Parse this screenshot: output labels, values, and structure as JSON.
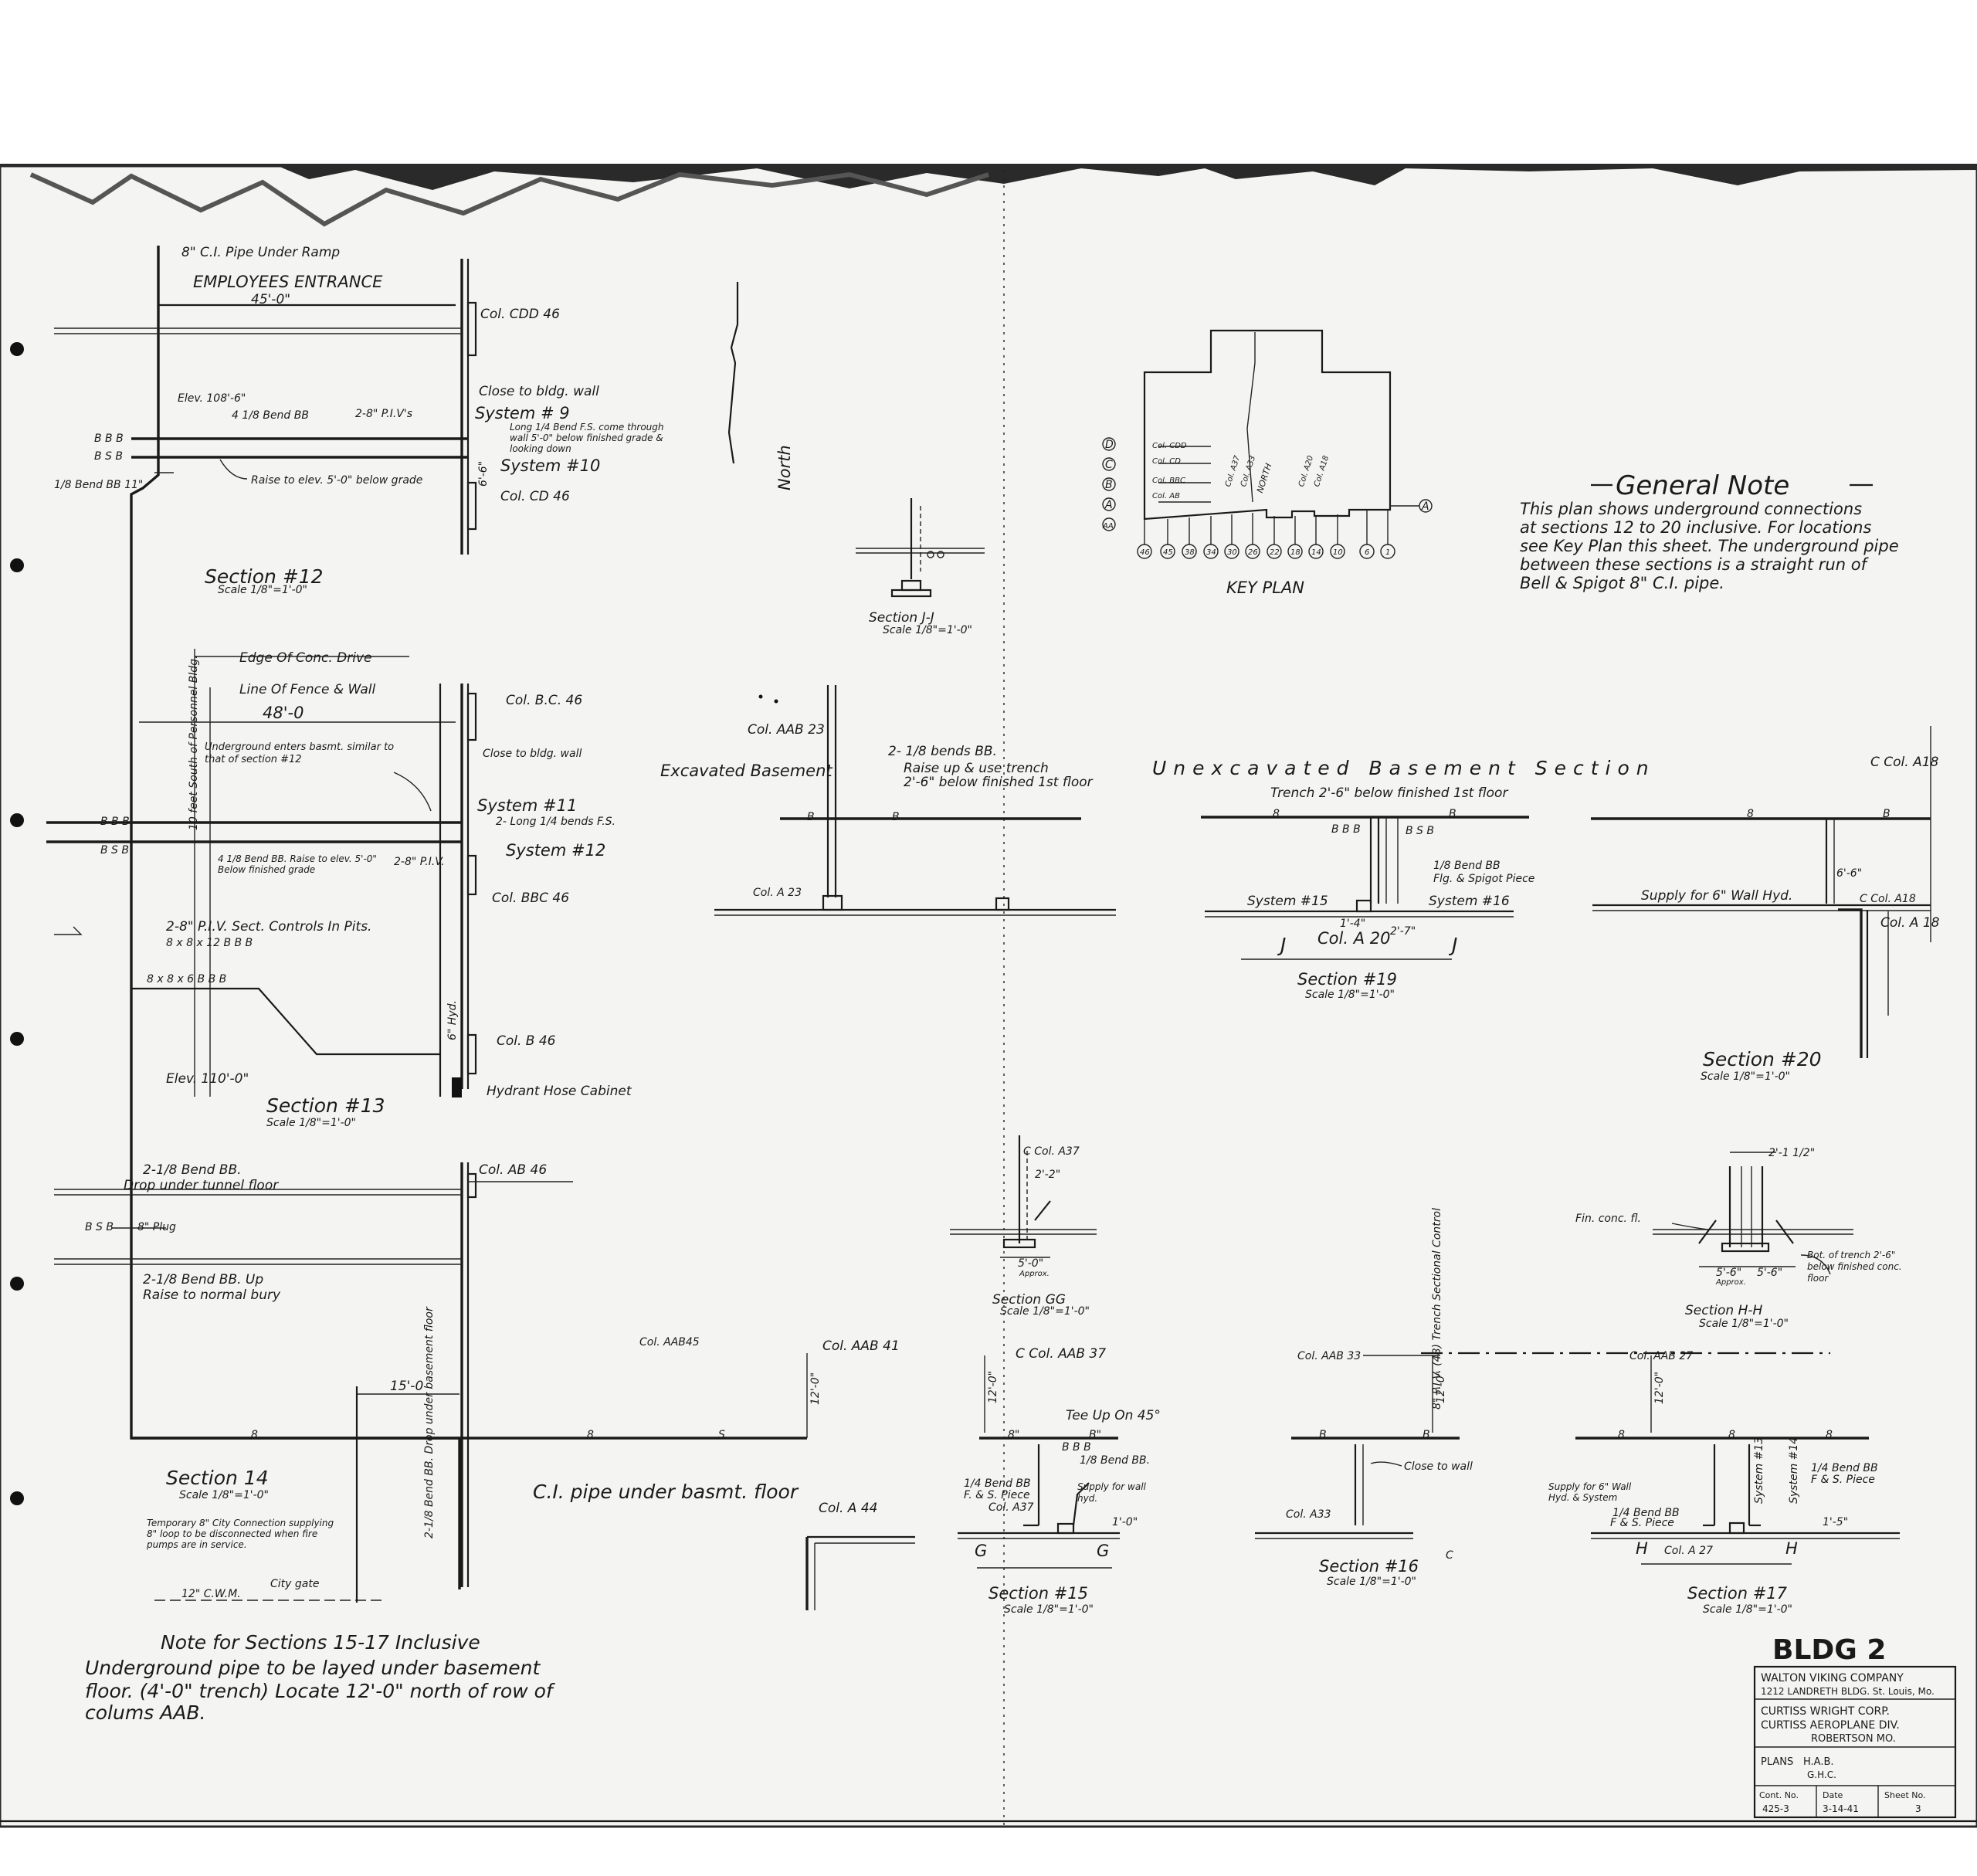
{
  "colors": {
    "ink": "#1a1a1a",
    "paper": "#f4f4f2",
    "border": "#2a2a2a"
  },
  "sec12": {
    "pipe_ramp": "8\" C.I. Pipe Under Ramp",
    "entrance": "EMPLOYEES ENTRANCE",
    "dim_entrance": "45'-0\"",
    "col_cdd46": "Col. CDD 46",
    "elev": "Elev. 108'-6\"",
    "bend": "4 1/8 Bend BB",
    "piv": "2-8\" P.I.V's",
    "close_wall": "Close to bldg. wall",
    "system9": "System # 9",
    "long_note": "Long 1/4 Bend F.S. come through wall 5'-0\" below finished grade & looking down",
    "bbb": "B B B",
    "bsb": "B S B",
    "raise": "Raise to elev. 5'-0\" below grade",
    "system10": "System #10",
    "col_cd46": "Col. CD 46",
    "bend_left": "1/8 Bend BB 11\"",
    "dim_66": "6'-6\"",
    "title": "Section #12",
    "scale": "Scale 1/8\"=1'-0\""
  },
  "sec13": {
    "edge": "Edge Of Conc. Drive",
    "fence": "Line Of Fence & Wall",
    "dim48": "48'-0",
    "col_bc46": "Col. B.C. 46",
    "underground": "Underground enters basmt. similar to that of section #12",
    "close_wall": "Close to bldg. wall",
    "system11": "System #11",
    "long_bends": "2- Long 1/4 bends F.S.",
    "bbb": "B B B",
    "bsb": "B S B",
    "bend_raise": "4 1/8 Bend BB. Raise to elev. 5'-0\" Below finished grade",
    "piv": "2-8\" P.I.V.",
    "system12": "System #12",
    "col_bbc46": "Col. BBC 46",
    "piv_sect": "2-8\" P.I.V. Sect. Controls In Pits.",
    "tee1": "8 x 8 x 12 B B B",
    "tee2": "8 x 8 x 6 B B B",
    "col_b46": "Col. B 46",
    "hyd": "6\" Hyd.",
    "elev": "Elev. 110'-0\"",
    "hydrant": "Hydrant Hose Cabinet",
    "side_note": "10 feet South of Personnel Bldg.",
    "title": "Section #13",
    "scale": "Scale 1/8\"=1'-0\""
  },
  "sec14": {
    "bend": "2-1/8 Bend BB.",
    "drop": "Drop under tunnel floor",
    "col_ab46": "Col. AB 46",
    "bsb": "B S B",
    "plug": "8\" Plug",
    "bend_up": "2-1/8 Bend BB. Up",
    "raise": "Raise to normal bury",
    "dim15": "15'-0",
    "title": "Section 14",
    "scale": "Scale 1/8\"=1'-0\"",
    "temp": "Temporary 8\" City Connection supplying 8\" loop to be disconnected when fire pumps are in service.",
    "city_gate": "City gate",
    "city_main": "12\" C.W.M.",
    "drop_floor": "2-1/8 Bend BB. Drop under basement floor",
    "ci_pipe": "C.I. pipe under basmt. floor"
  },
  "north": "North",
  "key_plan": {
    "title": "KEY PLAN",
    "rows": [
      "D",
      "C",
      "B",
      "A",
      "AA"
    ],
    "row_labels": [
      "Col. CDD",
      "Col. CD",
      "Col. BBC",
      "Col. AB"
    ],
    "mid_labels": [
      "Col. A37",
      "Col. A33",
      "NORTH",
      "Col. A20",
      "Col. A18"
    ],
    "cols": [
      "46",
      "45",
      "38",
      "34",
      "30",
      "26",
      "22",
      "18",
      "14",
      "10",
      "6",
      "1"
    ],
    "a_right": "A"
  },
  "general_note": {
    "title": "General Note",
    "text": [
      "This plan shows underground connections",
      "at sections 12 to 20 inclusive. For locations",
      "see Key Plan this sheet. The underground pipe",
      "between these sections is a straight run of",
      "Bell & Spigot 8\" C.I. pipe."
    ]
  },
  "secJJ": {
    "title": "Section J-J",
    "scale": "Scale 1/8\"=1'-0\""
  },
  "exc": {
    "title": "Excavated Basement",
    "col_aab23": "Col. AAB 23",
    "bends": "2- 1/8 bends BB.",
    "raise": "Raise up & use trench",
    "below": "2'-6\" below finished 1st floor",
    "col_a23": "Col. A 23"
  },
  "unexc": {
    "title": "Unexcavated Basement Section",
    "trench": "Trench 2'-6\" below finished 1st floor",
    "bbb": "B B B",
    "bsb": "B S B",
    "bend": "1/8 Bend BB",
    "flg": "Flg. & Spigot Piece",
    "system15": "System #15",
    "system16": "System #16",
    "col_a20": "Col. A 20",
    "jl": "J",
    "jr": "J",
    "dim27": "2'-7\"",
    "dim14": "1'-4\"",
    "title19": "Section #19",
    "scale19": "Scale 1/8\"=1'-0\""
  },
  "sec20": {
    "col_a18_top": "C Col. A18",
    "dim66": "6'-6\"",
    "supply": "Supply for 6\" Wall Hyd.",
    "col_a18_mid": "C Col. A18",
    "col_a18": "Col. A 18",
    "title": "Section #20",
    "scale": "Scale 1/8\"=1'-0\""
  },
  "secGG": {
    "col_a37": "C Col. A37",
    "dim22": "2'-2\"",
    "dim50": "5'-0\"",
    "approx": "Approx.",
    "title": "Section GG",
    "scale": "Scale 1/8\"=1'-0\""
  },
  "secHH": {
    "dim212": "2'-1 1/2\"",
    "fin": "Fin. conc. fl.",
    "dim56a": "5'-6\"",
    "dim56b": "5'-6\"",
    "approx": "Approx.",
    "bot": "Bot. of trench 2'-6\" below finished conc. floor",
    "title": "Section H-H",
    "scale": "Scale 1/8\"=1'-0\""
  },
  "bottom": {
    "col_aab45": "Col. AAB45",
    "col_aab41": "Col. AAB 41",
    "col_aab37": "C Col. AAB 37",
    "dim120a": "12'-0\"",
    "dim120b": "12'-0\"",
    "dim120c": "12'-0\"",
    "dim120d": "12'-0\"",
    "tee": "Tee Up On 45°",
    "bbb": "B B B",
    "bend18": "1/8 Bend BB.",
    "bend14": "1/4 Bend BB",
    "fs": "F. & S. Piece",
    "col_a37": "Col. A37",
    "supply_hyd": "Supply for wall hyd.",
    "dim10": "1'-0\"",
    "col_a44": "Col. A 44",
    "g1": "G",
    "g2": "G",
    "title15": "Section #15",
    "scale15": "Scale 1/8\"=1'-0\"",
    "col_aab33": "Col. AAB 33",
    "piv": "8\" P.I.V. (48) Trench Sectional Control",
    "close": "Close to wall",
    "col_a33": "Col. A33",
    "title16": "Section #16",
    "scale16": "Scale 1/8\"=1'-0\"",
    "col_aab27": "Col. AAB 27",
    "supply6": "Supply for 6\" Wall Hyd. & System",
    "sys13": "System #13",
    "sys14": "System #14",
    "bend14b": "1/4 Bend BB",
    "fs2": "F & S. Piece",
    "fs3": "F & S. Piece",
    "col_a27": "Col. A 27",
    "h1": "H",
    "h2": "H",
    "dim15": "1'-5\"",
    "title17": "Section #17",
    "scale17": "Scale 1/8\"=1'-0\"",
    "c": "C"
  },
  "note1517": {
    "title": "Note for Sections 15-17 Inclusive",
    "line1": "Underground pipe to be layed under basement",
    "line2": "floor. (4'-0\" trench)  Locate 12'-0\" north of row of",
    "line3": "colums AAB."
  },
  "title_block": {
    "bldg": "BLDG 2",
    "company": "WALTON VIKING COMPANY",
    "address": "1212 LANDRETH BLDG. St. Louis, Mo.",
    "client": "CURTISS WRIGHT CORP.",
    "division": "CURTISS AEROPLANE DIV.",
    "location": "ROBERTSON MO.",
    "plans": "PLANS",
    "drawn": "H.A.B.",
    "checked": "G.H.C.",
    "contract_label": "Cont. No.",
    "contract": "425-3",
    "date_label": "Date",
    "date": "3-14-41",
    "sheet_label": "Sheet No.",
    "sheet": "3"
  }
}
